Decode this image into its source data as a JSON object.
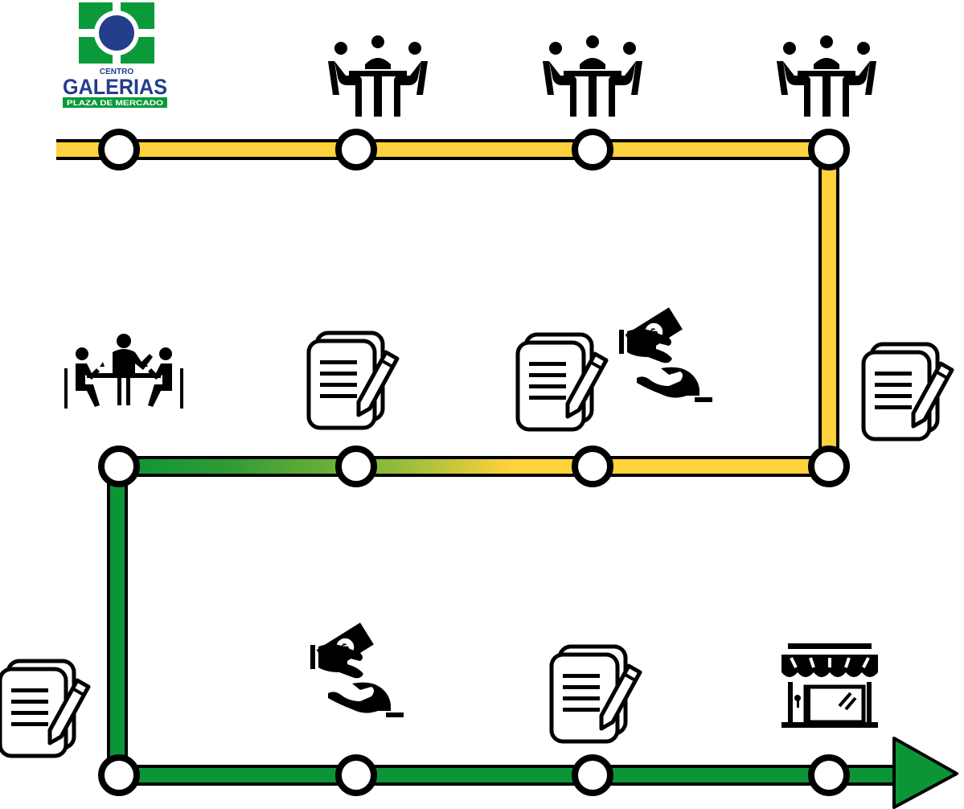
{
  "logo": {
    "line1": "CENTRO",
    "line2": "GALERIAS",
    "line3": "PLAZA DE MERCADO"
  },
  "colors": {
    "yellow": "#FDD23C",
    "green": "#0B9537",
    "logo_green": "#0A9A3A",
    "logo_blue": "#233E8B",
    "ink": "#000000"
  },
  "rows": [
    {
      "row": 1,
      "line_color": "yellow",
      "stops": [
        "galerias-logo",
        "meeting-icon",
        "meeting-icon",
        "meeting-icon"
      ]
    },
    {
      "row": 2,
      "line_color": "yellow-to-green",
      "stops": [
        "document-icon",
        "money-exchange-icon",
        "document-icon",
        "negotiation-icon"
      ]
    },
    {
      "row": 3,
      "line_color": "green",
      "stops": [
        "document-icon",
        "money-exchange-icon",
        "document-icon",
        "storefront-icon"
      ]
    }
  ],
  "end_marker": "arrow-right-icon"
}
